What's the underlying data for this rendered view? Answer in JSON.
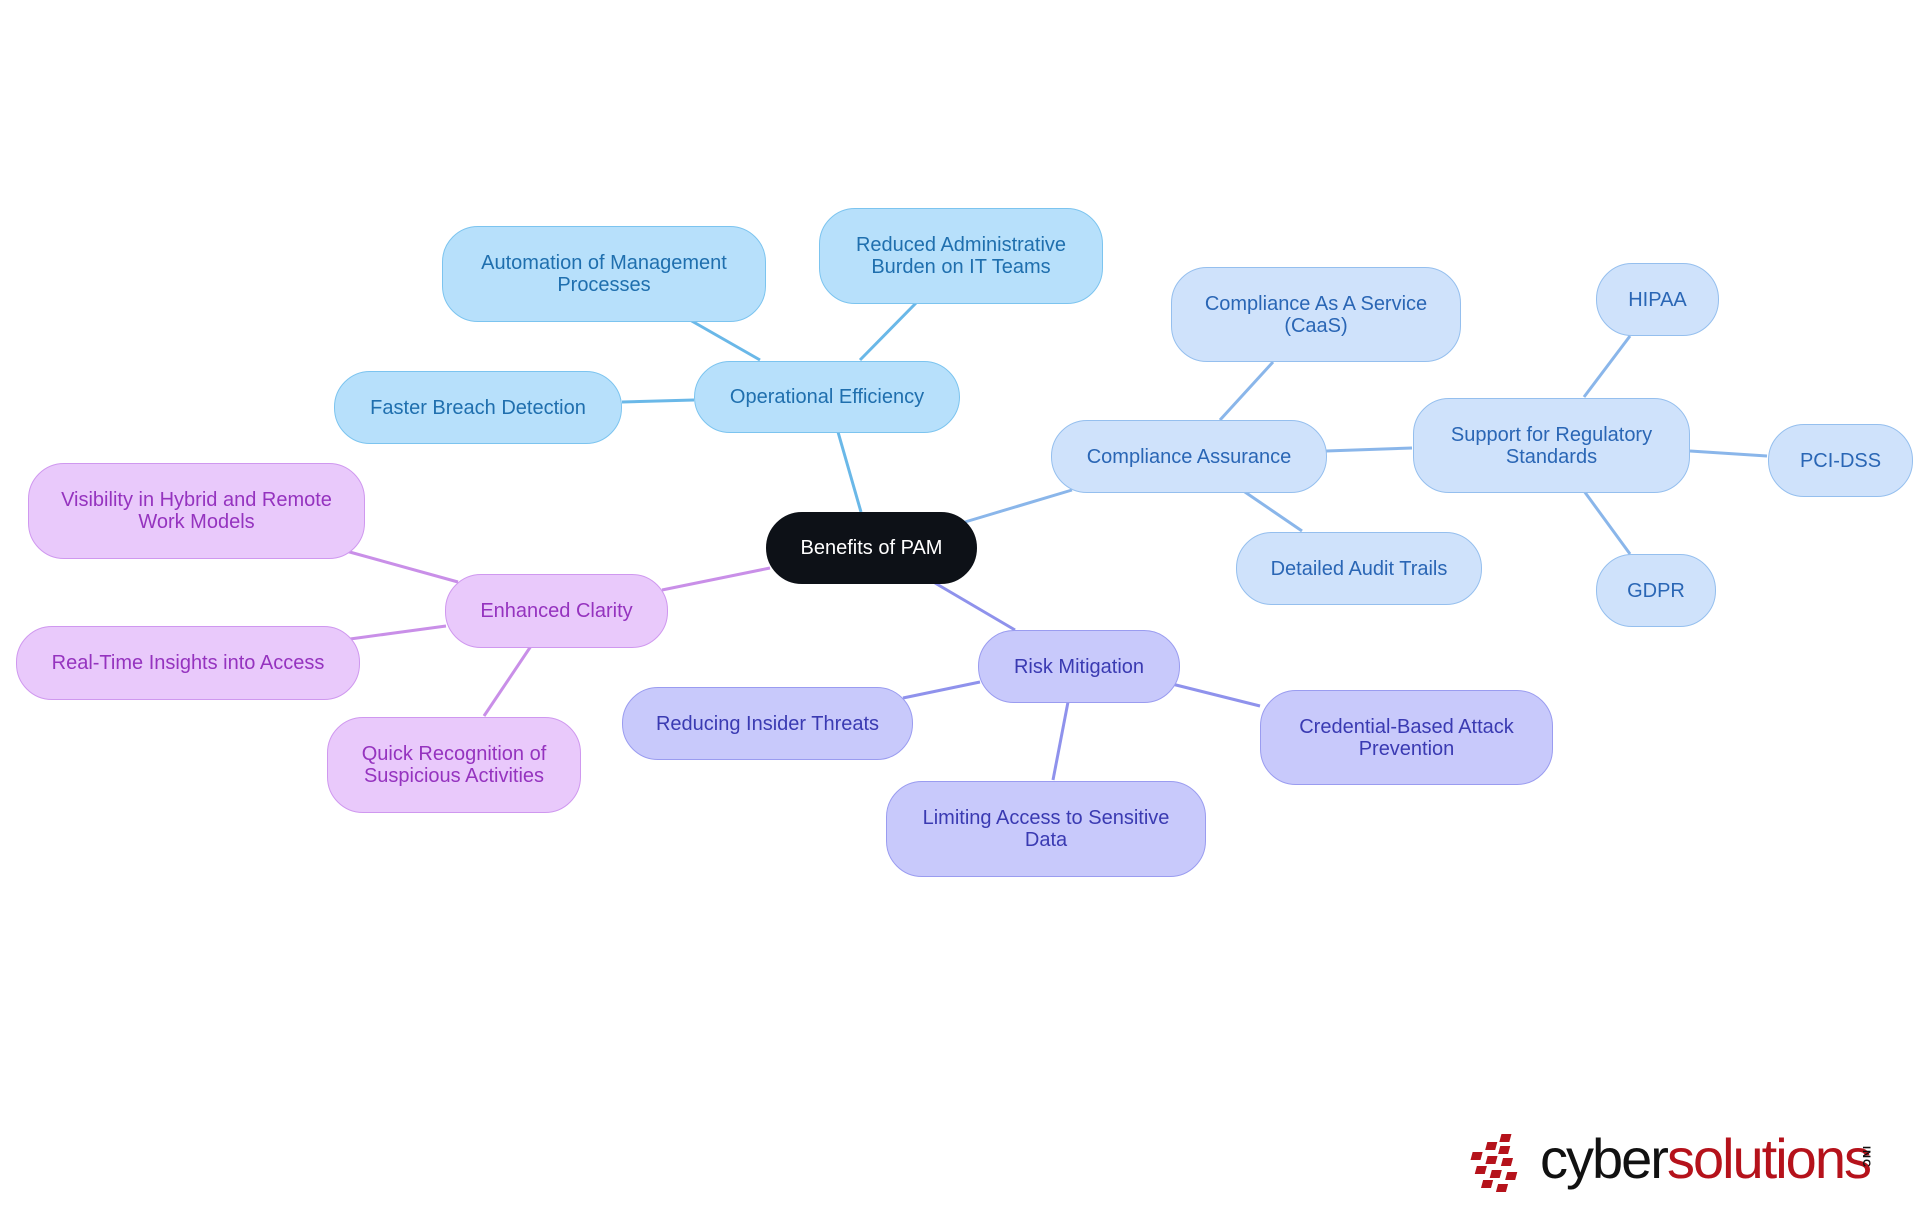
{
  "diagram": {
    "root": "Benefits of PAM",
    "branches": [
      {
        "label": "Operational Efficiency",
        "children": [
          "Automation of Management Processes",
          "Reduced Administrative Burden on IT Teams",
          "Faster Breach Detection"
        ]
      },
      {
        "label": "Compliance Assurance",
        "children": [
          "Compliance As A Service (CaaS)",
          "Support for Regulatory Standards",
          "Detailed Audit Trails"
        ],
        "standards": [
          "HIPAA",
          "PCI-DSS",
          "GDPR"
        ]
      },
      {
        "label": "Risk Mitigation",
        "children": [
          "Reducing Insider Threats",
          "Credential-Based Attack Prevention",
          "Limiting Access to Sensitive Data"
        ]
      },
      {
        "label": "Enhanced Clarity",
        "children": [
          "Visibility in Hybrid and Remote Work Models",
          "Real-Time Insights into Access",
          "Quick Recognition of Suspicious Activities"
        ]
      }
    ]
  },
  "logo": {
    "word_dark": "cyber",
    "word_red": "solutions",
    "suffix": "INC",
    "colors": {
      "dark": "#111111",
      "red": "#b5121b"
    }
  },
  "colors": {
    "root": "#0d1117",
    "operational": "#b7e0fb",
    "compliance": "#cfe2fb",
    "risk": "#c8c9fb",
    "clarity": "#e9c9fb"
  }
}
